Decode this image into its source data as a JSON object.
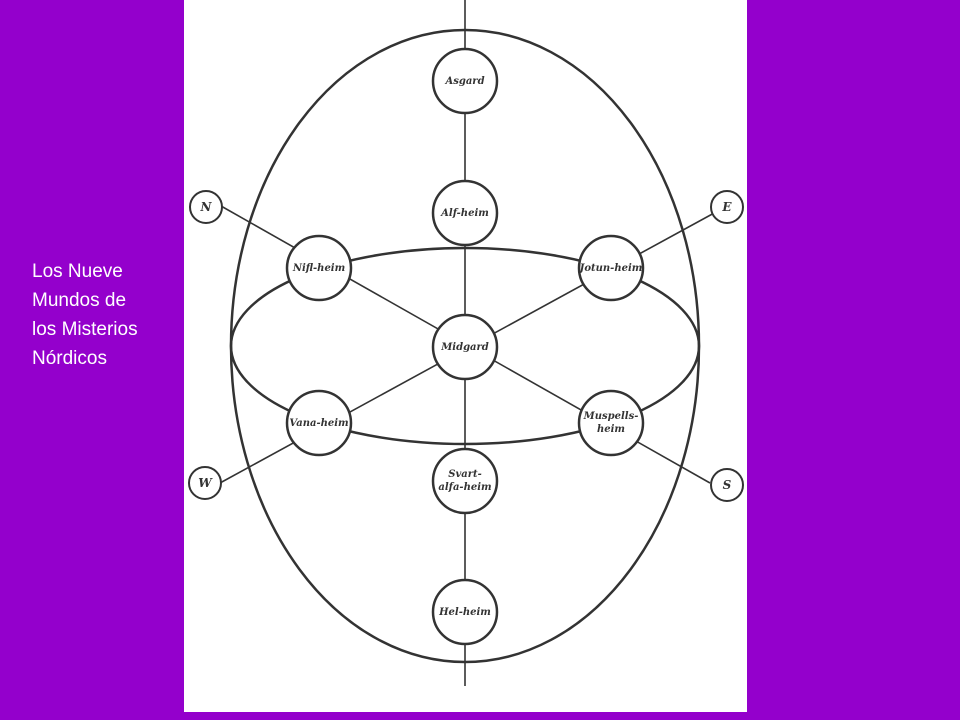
{
  "caption": {
    "lines": [
      "Los Nueve",
      "Mundos de",
      "los Misterios",
      "Nórdicos"
    ]
  },
  "worlds": {
    "asgard": [
      "Asgard"
    ],
    "alfheim": [
      "Alf-heim"
    ],
    "niflheim": [
      "Nifl-heim"
    ],
    "jotunheim": [
      "Jotun-heim"
    ],
    "midgard": [
      "Midgard"
    ],
    "vanaheim": [
      "Vana-heim"
    ],
    "muspellsheim": [
      "Muspells-",
      "heim"
    ],
    "svartalfaheim": [
      "Svart-",
      "alfa-heim"
    ],
    "helheim": [
      "Hel-heim"
    ]
  },
  "directions": {
    "n": "N",
    "e": "E",
    "w": "W",
    "s": "S"
  },
  "colors": {
    "background": "#9400cc",
    "panel": "#ffffff",
    "ink": "#333333",
    "caption": "#ffffff"
  }
}
